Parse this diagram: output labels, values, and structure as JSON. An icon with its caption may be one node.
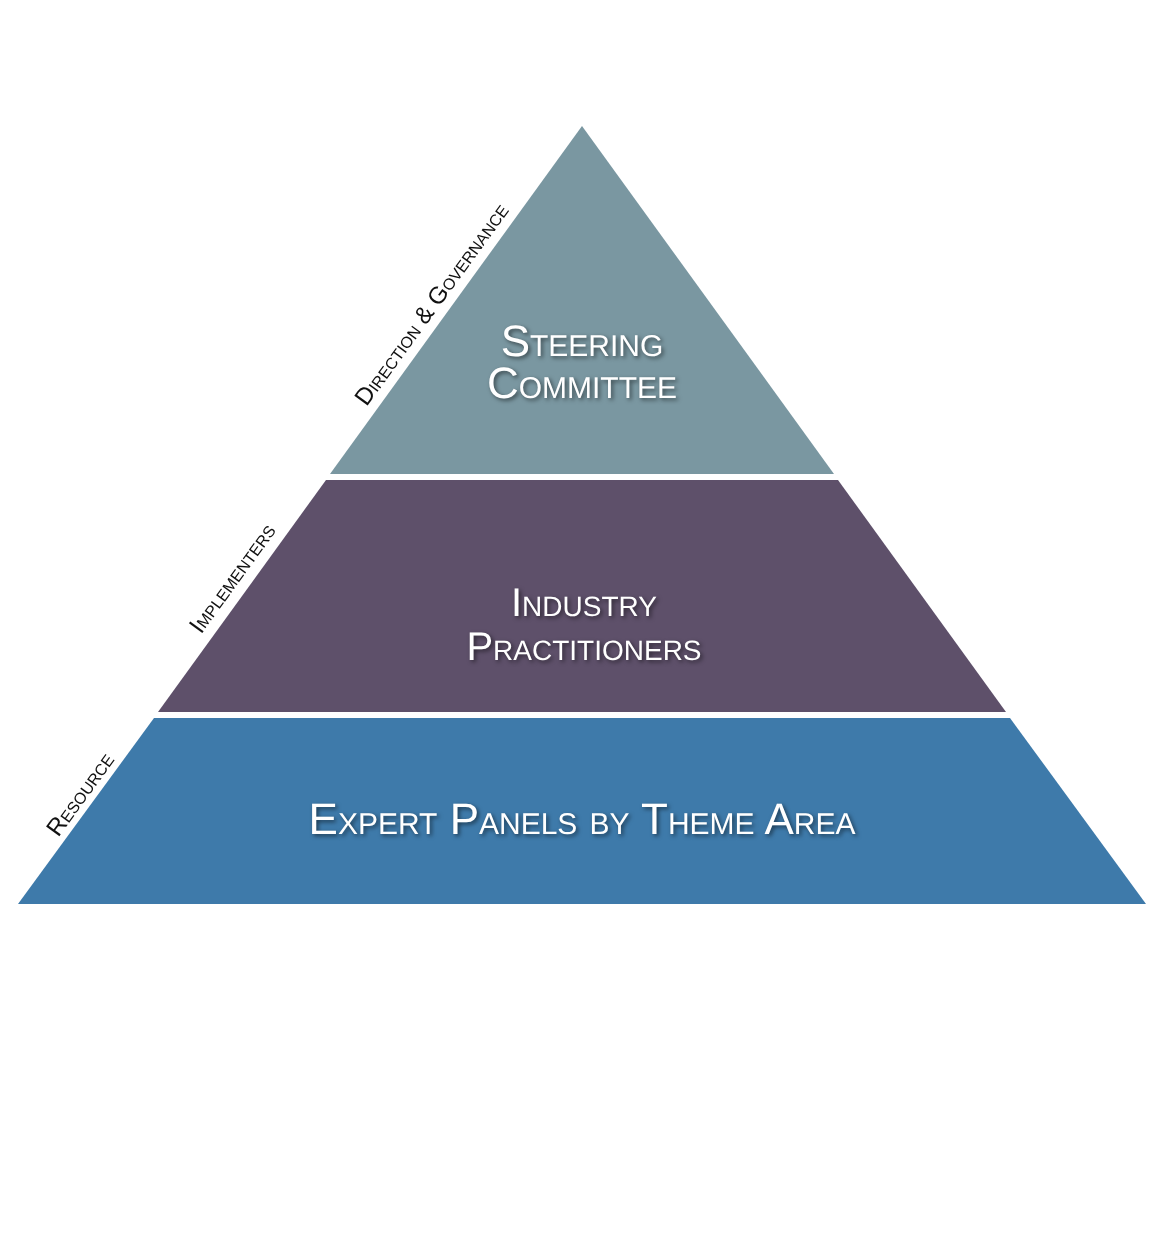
{
  "diagram": {
    "nodes": [
      {
        "text": [
          "Steering Committee"
        ],
        "beside": [
          "Direction & Governance"
        ]
      },
      {
        "text": [
          "Industry Practitioners"
        ],
        "beside": [
          "Implementers"
        ]
      },
      {
        "text": [
          "Expert Panels by Theme Area"
        ],
        "beside": [
          "Resource"
        ]
      }
    ]
  }
}
